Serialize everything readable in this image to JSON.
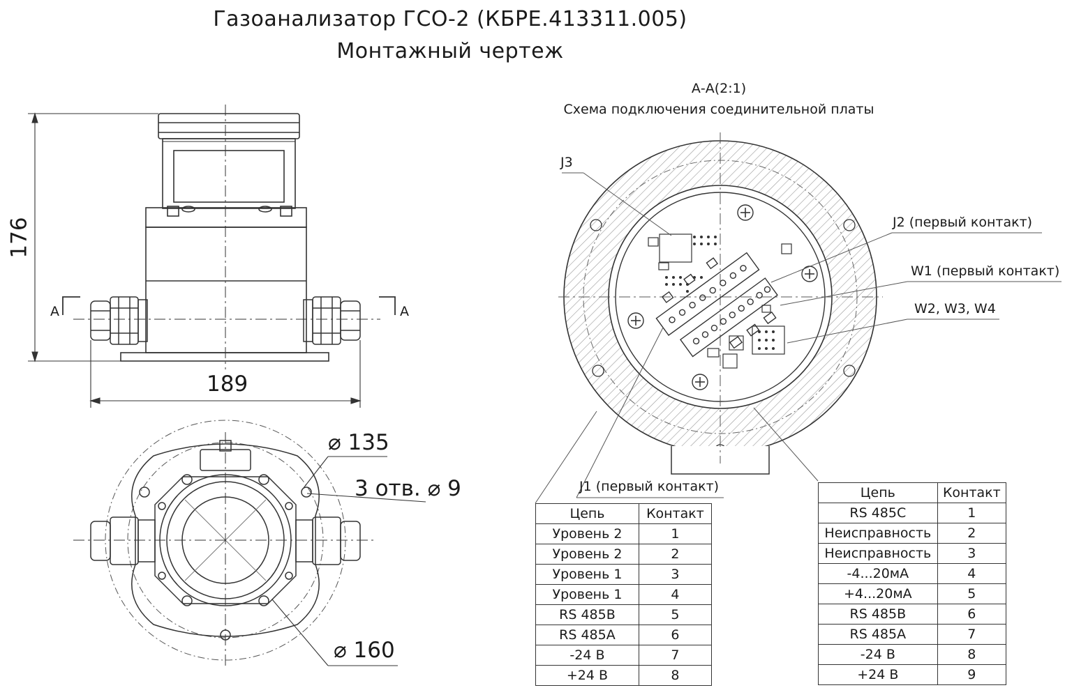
{
  "title": {
    "line1": "Газоанализатор ГСО-2 (КБРЕ.413311.005)",
    "line2": "Монтажный чертеж"
  },
  "section": {
    "label": "А-А(2:1)",
    "caption": "Схема подключения соединительной платы"
  },
  "dimensions": {
    "height": "176",
    "width": "189",
    "d135": "135",
    "holes_prefix": "3 отв.",
    "holes_d": "9",
    "d160": "160"
  },
  "section_marks": {
    "left": "А",
    "right": "А"
  },
  "callouts": {
    "j3": "J3",
    "j2": "J2 (первый контакт)",
    "w1": "W1 (первый контакт)",
    "w234": "W2, W3, W4",
    "j1": "J1 (первый контакт)"
  },
  "j1_table": {
    "headers": [
      "Цепь",
      "Контакт"
    ],
    "rows": [
      [
        "Уровень 2",
        "1"
      ],
      [
        "Уровень 2",
        "2"
      ],
      [
        "Уровень 1",
        "3"
      ],
      [
        "Уровень 1",
        "4"
      ],
      [
        "RS 485B",
        "5"
      ],
      [
        "RS 485A",
        "6"
      ],
      [
        "-24 В",
        "7"
      ],
      [
        "+24 В",
        "8"
      ]
    ]
  },
  "j2_table": {
    "headers": [
      "Цепь",
      "Контакт"
    ],
    "rows": [
      [
        "RS 485C",
        "1"
      ],
      [
        "Неисправность",
        "2"
      ],
      [
        "Неисправность",
        "3"
      ],
      [
        "-4...20мА",
        "4"
      ],
      [
        "+4...20мА",
        "5"
      ],
      [
        "RS 485B",
        "6"
      ],
      [
        "RS 485A",
        "7"
      ],
      [
        "-24 В",
        "8"
      ],
      [
        "+24 В",
        "9"
      ]
    ]
  },
  "colors": {
    "line": "#333333",
    "hatch": "#8a8a8a",
    "paper": "#ffffff"
  }
}
